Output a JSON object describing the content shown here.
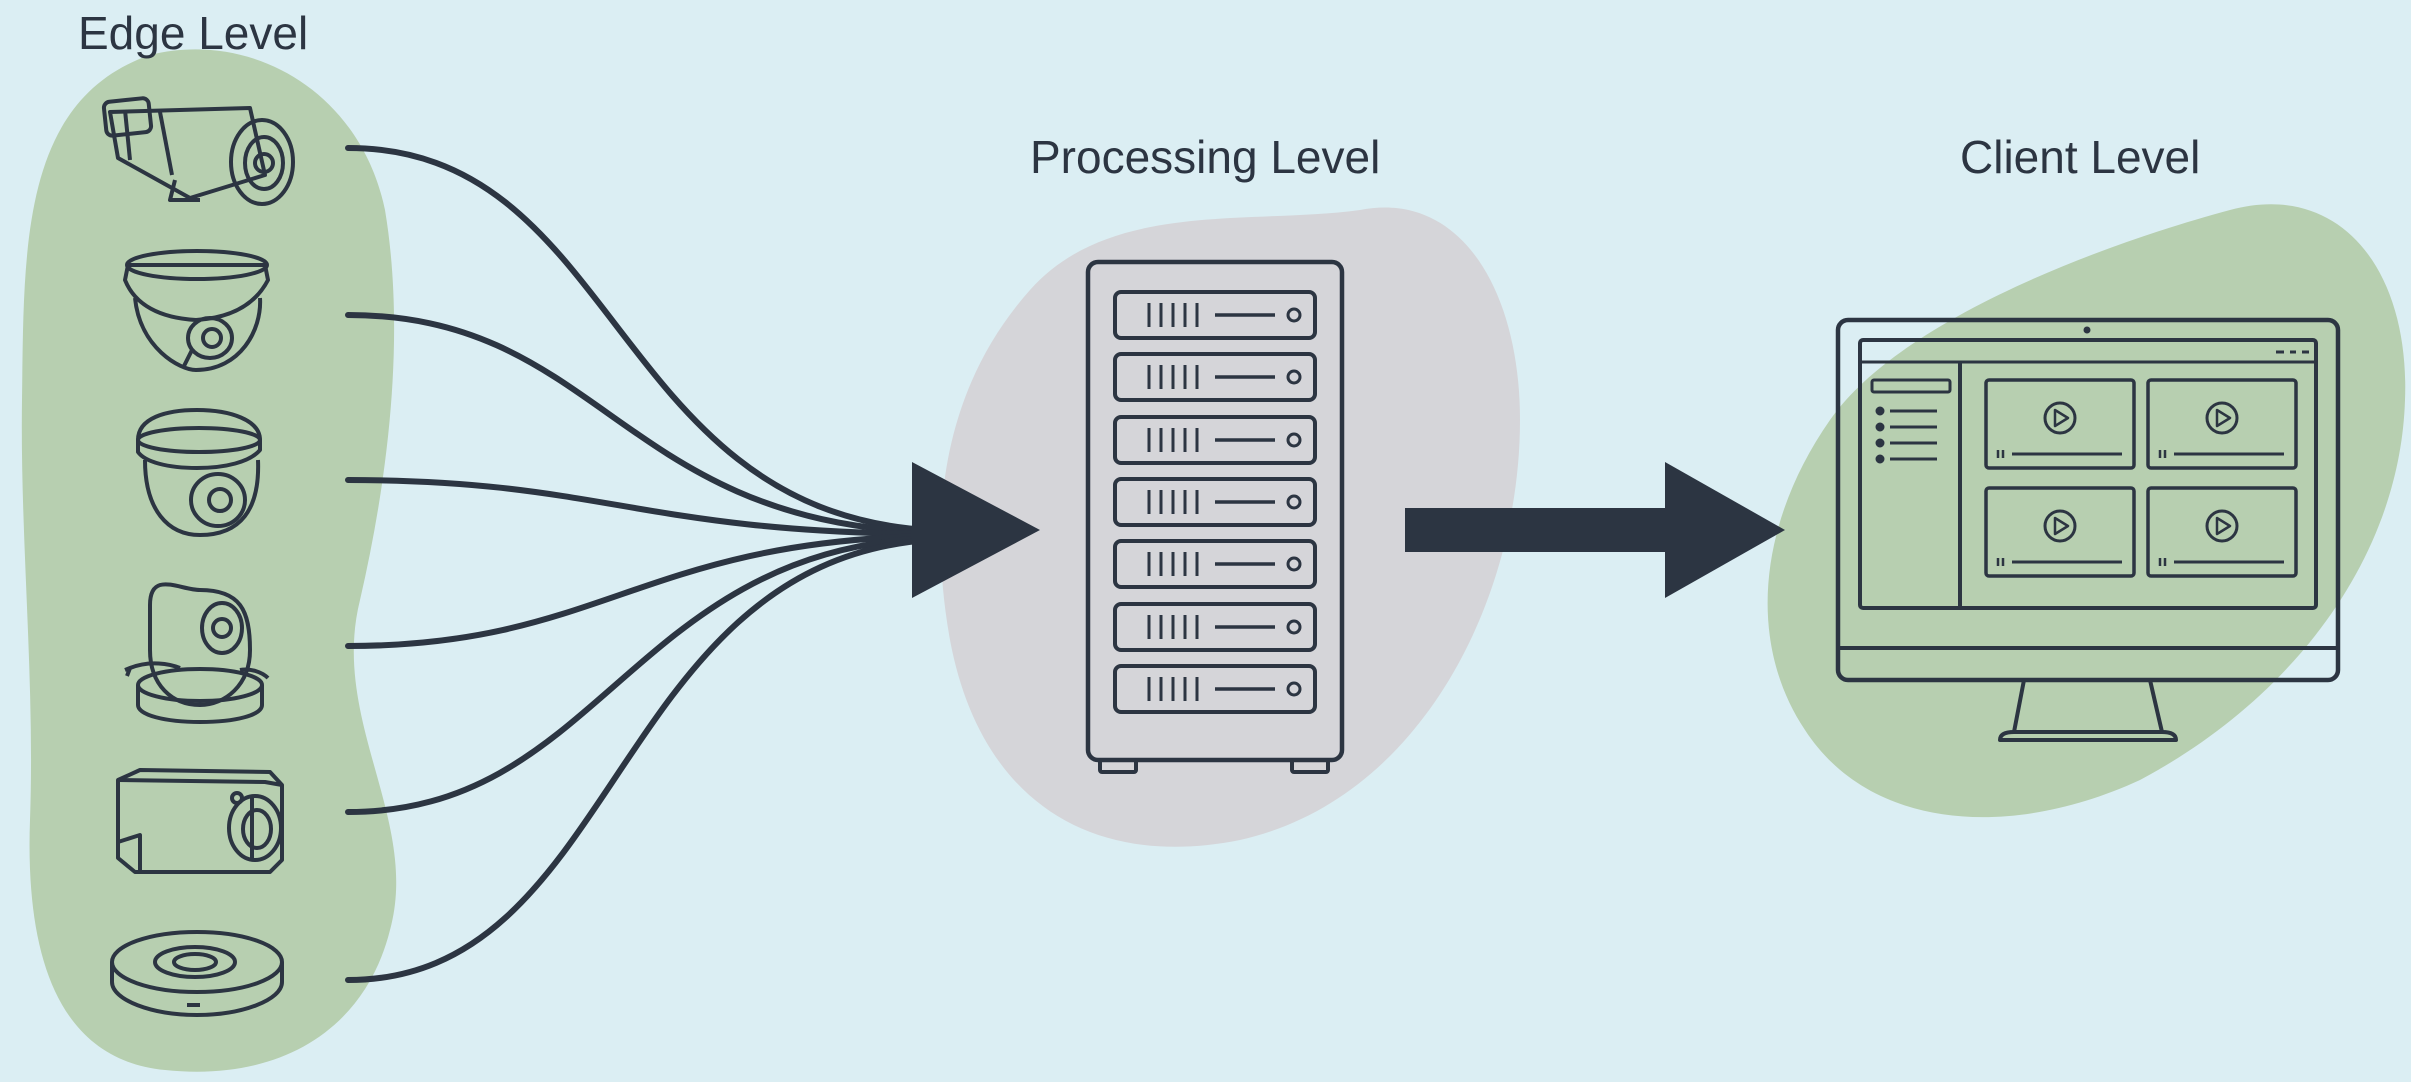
{
  "levels": {
    "edge": "Edge Level",
    "processing": "Processing Level",
    "client": "Client Level"
  },
  "devices": [
    {
      "icon": "bullet-camera-icon"
    },
    {
      "icon": "dome-camera-icon"
    },
    {
      "icon": "turret-camera-icon"
    },
    {
      "icon": "ptz-camera-icon"
    },
    {
      "icon": "box-camera-icon"
    },
    {
      "icon": "fisheye-camera-icon"
    }
  ],
  "server": {
    "icon": "server-rack-icon",
    "units": 7
  },
  "client": {
    "icon": "monitor-icon",
    "video_tiles": 4,
    "sidebar_items": 4
  },
  "colors": {
    "background": "#dbeef3",
    "edge_blob": "#b7cfb0",
    "processing_blob": "#d5d5d9",
    "client_blob": "#b7cfb0",
    "stroke": "#2c3542"
  }
}
